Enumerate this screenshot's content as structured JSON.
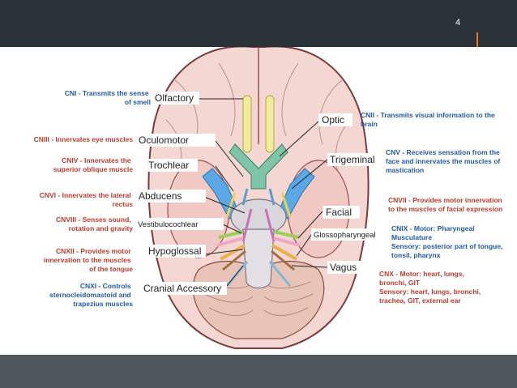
{
  "slide": {
    "number": "4",
    "colors": {
      "topbar": "#2a3138",
      "bottombar": "#4f565c",
      "accent": "#e8752a",
      "blue_text": "#1f5aa6",
      "red_text": "#c0392b"
    }
  },
  "diagram": {
    "labels": {
      "olfactory": "Olfactory",
      "oculomotor": "Oculomotor",
      "trochlear": "Trochlear",
      "abducens": "Abducens",
      "vestibulocochlear": "Vestibulocochlear",
      "hypoglossal": "Hypoglossal",
      "cranial_accessory": "Cranial Accessory",
      "optic": "Optic",
      "trigeminal": "Trigeminal",
      "facial": "Facial",
      "glossopharyngeal": "Glossopharyngeal",
      "vagus": "Vagus"
    },
    "notes_left": {
      "cn1": [
        "CNI - Transmits the sense",
        "of smell"
      ],
      "cn3": [
        "CNIII - Innervates eye muscles"
      ],
      "cn4": [
        "CNIV - Innervates the",
        "superior oblique muscle"
      ],
      "cn6": [
        "CNVI - Innervates the lateral",
        "rectus"
      ],
      "cn8": [
        "CNVIII - Senses sound,",
        "rotation and gravity"
      ],
      "cn12": [
        "CNXII - Provides motor",
        "innervation to the muscles",
        "of the tongue"
      ],
      "cn11": [
        "CNXI - Controls",
        "sternocleidomastoid and",
        "trapezius muscles"
      ]
    },
    "notes_right": {
      "cn2": [
        "CNII - Transmits visual information to the",
        "brain"
      ],
      "cn5": [
        "CNV - Receives sensation from the",
        "face and innervates the muscles of",
        "mastication"
      ],
      "cn7": [
        "CNVII - Provides motor innervation",
        "to the muscles of facial expression"
      ],
      "cn9": [
        "CNIX - Motor: Pharyngeal",
        "Musculature",
        "Sensory: posterior part of tongue,",
        "tonsil, pharynx"
      ],
      "cn10": [
        "CNX - Motor: heart, lungs,",
        "bronchi, GIT",
        "Sensory: heart, lungs, bronchi,",
        "trachea, GIT, external ear"
      ]
    }
  }
}
